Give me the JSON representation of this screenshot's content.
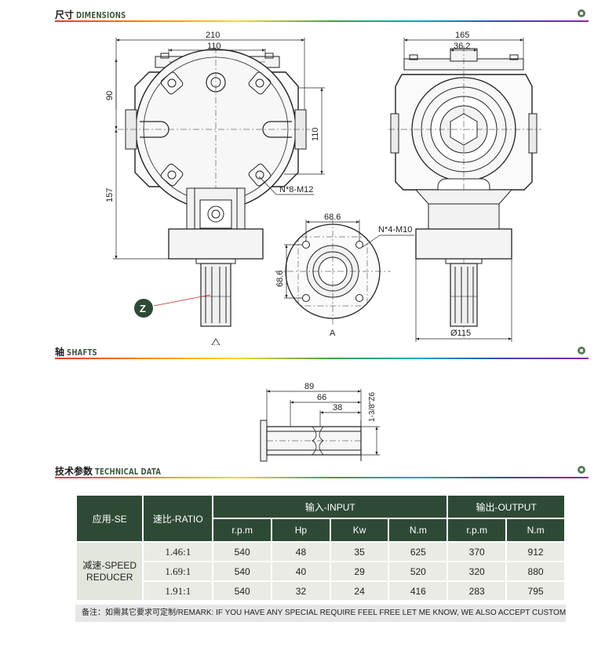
{
  "sections": {
    "dimensions": {
      "cn": "尺寸",
      "en": "DIMENSIONS"
    },
    "shafts": {
      "cn": "轴",
      "en": "SHAFTS"
    },
    "technical": {
      "cn": "技术参数",
      "en": "TECHNICAL DATA"
    }
  },
  "drawing": {
    "front": {
      "w210": "210",
      "w110": "110",
      "h90": "90",
      "h157": "157",
      "h110": "110",
      "bolt_note": "N*8-M12",
      "z_label": "Z",
      "a_arrow": "A"
    },
    "flange": {
      "w68_6": "68.6",
      "h68_6": "68.6",
      "bolt_note": "N*4-M10",
      "view_label": "A"
    },
    "side": {
      "w165": "165",
      "w36_2": "36.2",
      "dia115": "Ø115"
    }
  },
  "shaft_drawing": {
    "l89": "89",
    "l66": "66",
    "l38": "38",
    "spline": "1-3/8\"Z6"
  },
  "table": {
    "h_app": "应用-SE",
    "h_ratio": "速比-RATIO",
    "h_input": "输入-INPUT",
    "h_output": "输出-OUTPUT",
    "sub": {
      "in_rpm": "r.p.m",
      "in_hp": "Hp",
      "in_kw": "Kw",
      "in_nm": "N.m",
      "out_rpm": "r.p.m",
      "out_nm": "N.m"
    },
    "app_line1": "减速-SPEED",
    "app_line2": "REDUCER",
    "rows": [
      {
        "ratio": "1.46:1",
        "in_rpm": "540",
        "hp": "48",
        "kw": "35",
        "in_nm": "625",
        "out_rpm": "370",
        "out_nm": "912"
      },
      {
        "ratio": "1.69:1",
        "in_rpm": "540",
        "hp": "40",
        "kw": "29",
        "in_nm": "520",
        "out_rpm": "320",
        "out_nm": "880"
      },
      {
        "ratio": "1.91:1",
        "in_rpm": "540",
        "hp": "32",
        "kw": "24",
        "in_nm": "416",
        "out_rpm": "283",
        "out_nm": "795"
      }
    ]
  },
  "remark": "备注：如需其它要求可定制/REMARK: IF YOU HAVE ANY SPECIAL REQUIRE FEEL FREE LET ME KNOW, WE ALSO ACCEPT CUSTOM."
}
